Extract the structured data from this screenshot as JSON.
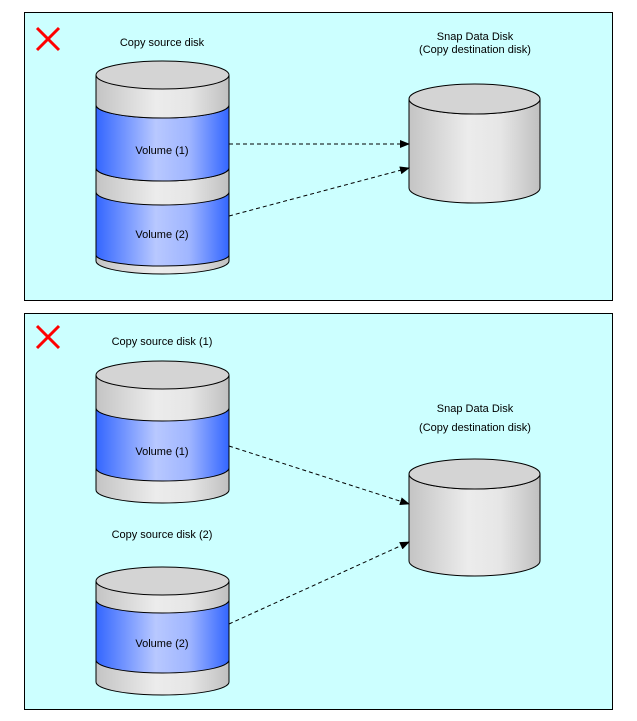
{
  "colors": {
    "panel_bg": "#ccffff",
    "volume_blue": "#3366ff",
    "disk_gray": "#cccccc",
    "cross_red": "#ff0000"
  },
  "panels": [
    {
      "status_icon": "cross-icon",
      "source_disks": [
        {
          "label": "Copy source disk",
          "volumes": [
            "Volume (1)",
            "Volume (2)"
          ]
        }
      ],
      "destination": {
        "title": "Snap Data Disk",
        "subtitle": "(Copy destination disk)"
      },
      "arrows": [
        {
          "from": "Volume (1)",
          "to": "Snap Data Disk"
        },
        {
          "from": "Volume (2)",
          "to": "Snap Data Disk"
        }
      ]
    },
    {
      "status_icon": "cross-icon",
      "source_disks": [
        {
          "label": "Copy source disk (1)",
          "volumes": [
            "Volume (1)"
          ]
        },
        {
          "label": "Copy source disk (2)",
          "volumes": [
            "Volume (2)"
          ]
        }
      ],
      "destination": {
        "title": "Snap Data Disk",
        "subtitle": "(Copy destination disk)"
      },
      "arrows": [
        {
          "from": "Volume (1)",
          "to": "Snap Data Disk"
        },
        {
          "from": "Volume (2)",
          "to": "Snap Data Disk"
        }
      ]
    }
  ]
}
